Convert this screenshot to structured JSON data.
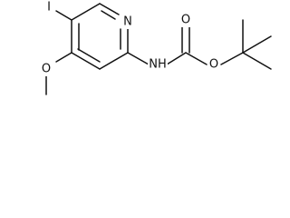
{
  "molecule": {
    "atoms": {
      "iodine": "I",
      "ring_nitrogen": "N",
      "methoxy_oxygen": "O",
      "carbamate_nh": "NH",
      "carbonyl_oxygen": "O",
      "ester_oxygen": "O"
    }
  },
  "colors": {
    "bond": "#111111",
    "text": "#111111",
    "background": "#ffffff"
  }
}
